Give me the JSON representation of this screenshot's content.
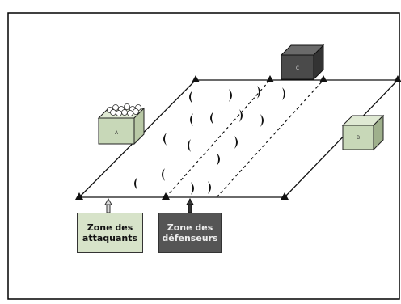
{
  "labels": {
    "zone_attackers": [
      "Zone des",
      "attaquants"
    ],
    "zone_defenders": [
      "Zone des",
      "défenseurs"
    ],
    "box_a": "A",
    "box_b": "B",
    "box_c": "C"
  },
  "colors": {
    "line": "#111111",
    "box_light": "#c8d8b8",
    "box_dark": "#4a4a4a",
    "zone_attackers_bg": "#d7e3c9",
    "zone_defenders_bg": "#555555"
  }
}
